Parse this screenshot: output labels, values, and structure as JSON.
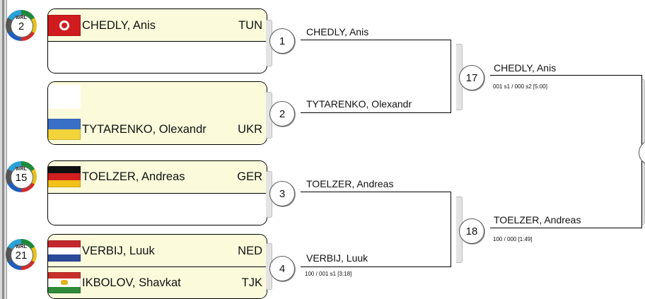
{
  "rank_badge_label": "WRL",
  "entries": [
    {
      "rank": "2",
      "name": "CHEDLY, Anis",
      "nat": "TUN",
      "flag": "tun"
    },
    {
      "name": "TYTARENKO, Olexandr",
      "nat": "UKR",
      "flag": "ukr"
    },
    {
      "rank": "15",
      "name": "TOELZER, Andreas",
      "nat": "GER",
      "flag": "ger"
    },
    {
      "rank": "21",
      "name": "VERBIJ, Luuk",
      "nat": "NED",
      "flag": "ned"
    },
    {
      "name": "IKBOLOV, Shavkat",
      "nat": "TJK",
      "flag": "tjk"
    }
  ],
  "round1": [
    {
      "match": "1",
      "winner": "CHEDLY, Anis"
    },
    {
      "match": "2",
      "winner": "TYTARENKO, Olexandr"
    },
    {
      "match": "3",
      "winner": "TOELZER, Andreas"
    },
    {
      "match": "4",
      "winner": "VERBIJ, Luuk",
      "score": "100  / 001 s1 [3:18]"
    }
  ],
  "round2": [
    {
      "match": "17",
      "winner": "CHEDLY, Anis",
      "score": "001 s1 / 000 s2 [5:00]"
    },
    {
      "match": "18",
      "winner": "TOELZER, Andreas",
      "score": "100  / 000  [1:49]"
    }
  ],
  "colors": {
    "filled_slot": "#fbfbdc",
    "line": "#000000"
  }
}
